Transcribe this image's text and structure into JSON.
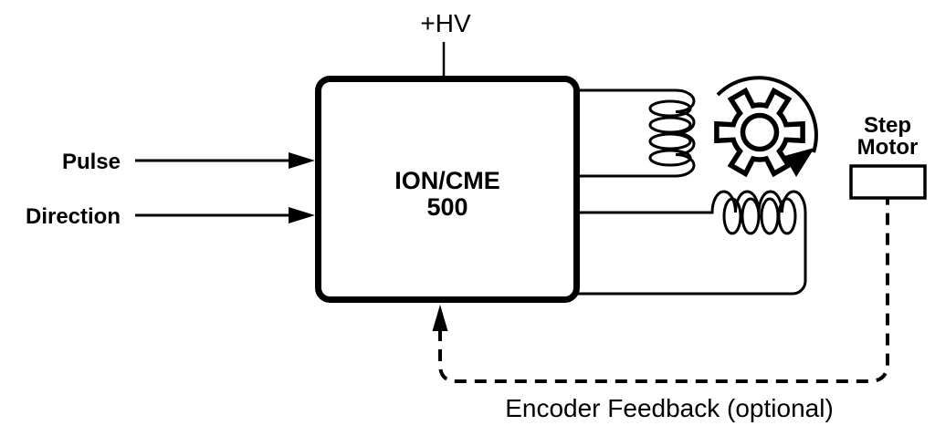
{
  "diagram": {
    "background_color": "#ffffff",
    "stroke_color": "#000000",
    "inputs": {
      "hv_label": "+HV",
      "pulse_label": "Pulse",
      "direction_label": "Direction"
    },
    "controller": {
      "name_line1": "ION/CME",
      "name_line2": "500"
    },
    "motor": {
      "label_line1": "Step",
      "label_line2": "Motor",
      "icons": [
        "vertical-coil-icon",
        "horizontal-coil-icon",
        "gear-icon",
        "clockwise-rotation-arrow-icon"
      ]
    },
    "feedback": {
      "label": "Encoder Feedback (optional)",
      "line_style": "dashed"
    }
  }
}
